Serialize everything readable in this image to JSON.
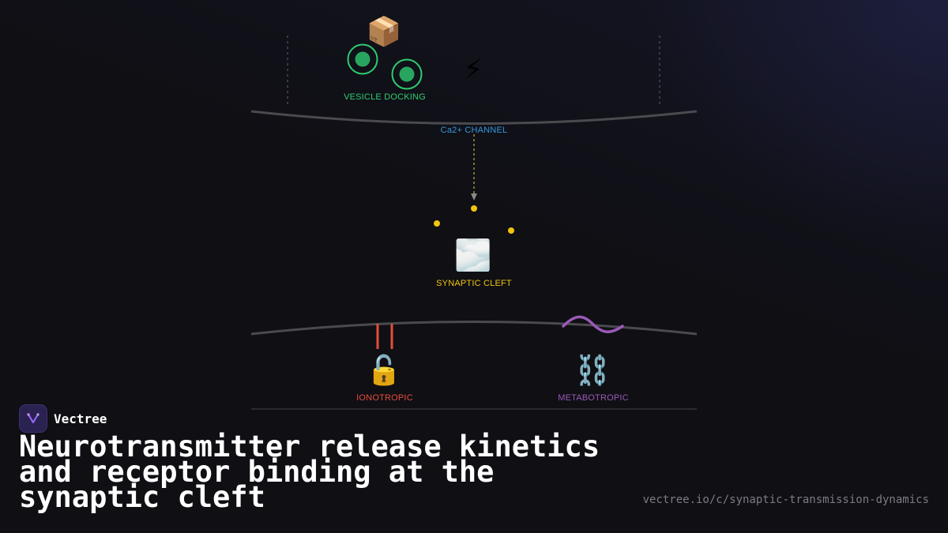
{
  "diagram": {
    "labels": {
      "vesicle_docking": "VESICLE DOCKING",
      "ca_channel": "Ca2+ CHANNEL",
      "synaptic_cleft": "SYNAPTIC CLEFT",
      "ionotropic": "IONOTROPIC",
      "metabotropic": "METABOTROPIC"
    },
    "icons": {
      "vesicle": "📦",
      "calcium": "⚡",
      "cleft": "🌫️",
      "ionotropic": "🔓",
      "metabotropic": "⛓️"
    },
    "colors": {
      "vesicle": "#2ecc71",
      "ca_channel": "#3498db",
      "neurotransmitter": "#f1c40f",
      "ionotropic": "#e74c3c",
      "metabotropic": "#9b59b6",
      "membrane": "#4a4a4f"
    }
  },
  "brand": {
    "name": "Vectree"
  },
  "title": "Neurotransmitter release kinetics and receptor binding at the synaptic cleft",
  "url": "vectree.io/c/synaptic-transmission-dynamics"
}
